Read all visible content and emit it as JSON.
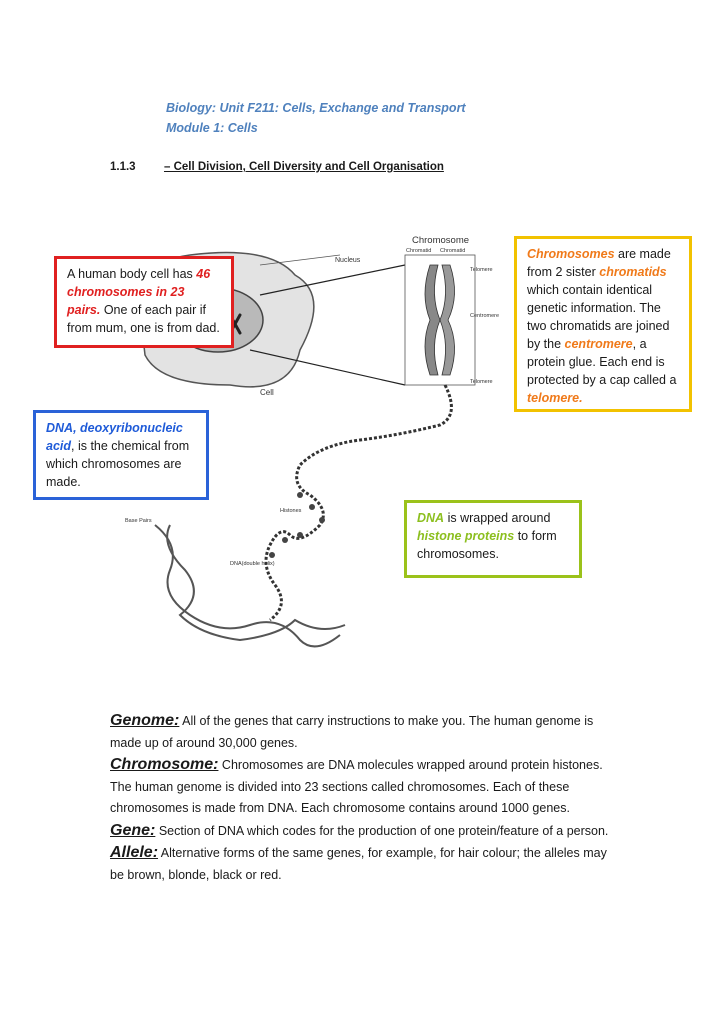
{
  "header": {
    "unit": "Biology: Unit F211: Cells, Exchange and Transport",
    "module": "Module 1: Cells"
  },
  "section": {
    "number": "1.1.3",
    "title": "– Cell Division, Cell Diversity and Cell Organisation"
  },
  "boxes": {
    "human_cell": {
      "t1": "A human body cell has ",
      "h1": "46 chromosomes in 23 pairs.",
      "t2": " One of each pair if from mum, one is from dad."
    },
    "dna": {
      "h1": "DNA, deoxyribonucleic acid",
      "t1": ", is the chemical from which chromosomes are made."
    },
    "chromosomes": {
      "h1": "Chromosomes",
      "t1": " are made from 2 sister ",
      "h2": "chromatids",
      "t2": " which contain identical genetic information. The two chromatids are joined by the ",
      "h3": "centromere",
      "t3": ", a protein glue. Each end is protected by a cap called a ",
      "h4": "telomere."
    },
    "histone": {
      "h1": "DNA",
      "t1": " is wrapped around ",
      "h2": "histone proteins",
      "t2": " to form chromosomes."
    }
  },
  "diagram": {
    "title": "Chromosome",
    "labels": {
      "nucleus": "Nucleus",
      "cell": "Cell",
      "chromatid1": "Chromatid",
      "chromatid2": "Chromatid",
      "telomere_top": "Telomere",
      "centromere": "Centromere",
      "telomere_bottom": "Telomere",
      "histones": "Histones",
      "base_pairs": "Base Pairs",
      "dna_helix": "DNA(double helix)"
    }
  },
  "definitions": [
    {
      "term": "Genome:",
      "text": " All of the genes that carry instructions to make you. The human genome is made up of around 30,000 genes."
    },
    {
      "term": "Chromosome:",
      "text": " Chromosomes are DNA molecules wrapped around protein histones. The human genome is divided into 23 sections called chromosomes. Each of these chromosomes is made from DNA. Each chromosome contains around 1000 genes."
    },
    {
      "term": "Gene:",
      "text": " Section of DNA which codes for the production of one protein/feature of a person."
    },
    {
      "term": "Allele:",
      "text": " Alternative forms of the same genes, for example, for hair colour; the alleles may be brown, blonde, black or red."
    }
  ],
  "colors": {
    "header": "#4f81bd",
    "red_box": "#e02020",
    "blue_box": "#2a62d8",
    "orange_box": "#f2c200",
    "green_box": "#9bc21a"
  }
}
